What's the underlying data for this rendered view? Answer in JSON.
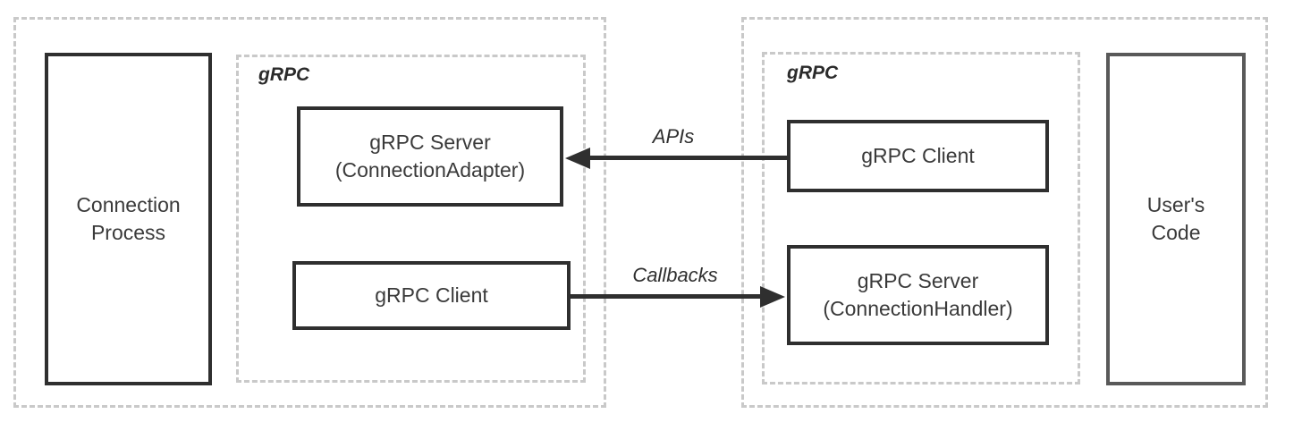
{
  "diagram": {
    "left_group": {
      "process_box": {
        "line1": "Connection",
        "line2": "Process"
      },
      "grpc_container": {
        "label": "gRPC",
        "server_box": {
          "line1": "gRPC Server",
          "line2": "(ConnectionAdapter)"
        },
        "client_box": {
          "label": "gRPC Client"
        }
      }
    },
    "right_group": {
      "grpc_container": {
        "label": "gRPC",
        "client_box": {
          "label": "gRPC Client"
        },
        "server_box": {
          "line1": "gRPC Server",
          "line2": "(ConnectionHandler)"
        }
      },
      "user_code_box": {
        "line1": "User's",
        "line2": "Code"
      }
    },
    "arrows": {
      "apis": {
        "label": "APIs",
        "direction": "right-to-left"
      },
      "callbacks": {
        "label": "Callbacks",
        "direction": "left-to-right"
      }
    },
    "colors": {
      "background": "#ffffff",
      "dashed_border": "#c9c9c9",
      "solid_border": "#2f2f2f",
      "user_code_border": "#595959",
      "text": "#3a3a3a",
      "arrow": "#2f2f2f"
    }
  }
}
